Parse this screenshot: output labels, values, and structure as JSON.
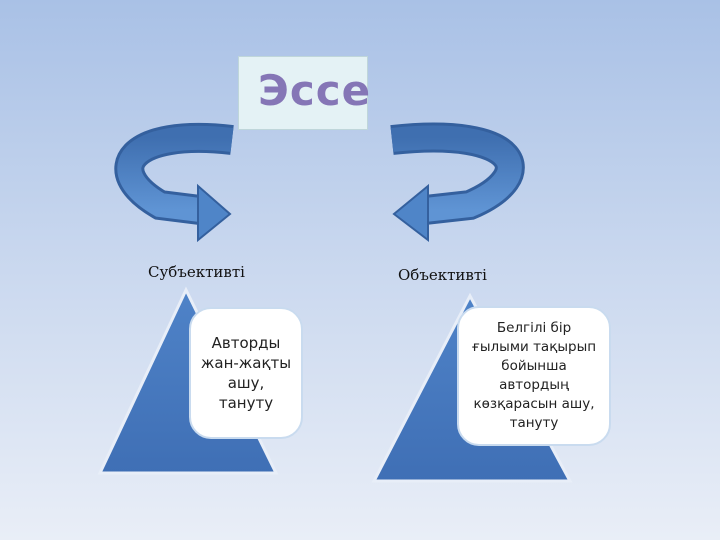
{
  "title": "Эссе",
  "left": {
    "label": "Субъективті",
    "card_text": "Авторды жан-жақты ашу, тануту"
  },
  "right": {
    "label": "Объективті",
    "card_text": "Белгілі бір ғылыми тақырып бойынша автордың көзқарасын ашу, тануту"
  },
  "colors": {
    "arrow": "#4a7fc0",
    "triangle": "#4a7bc0",
    "title_text": "#8576b6"
  }
}
